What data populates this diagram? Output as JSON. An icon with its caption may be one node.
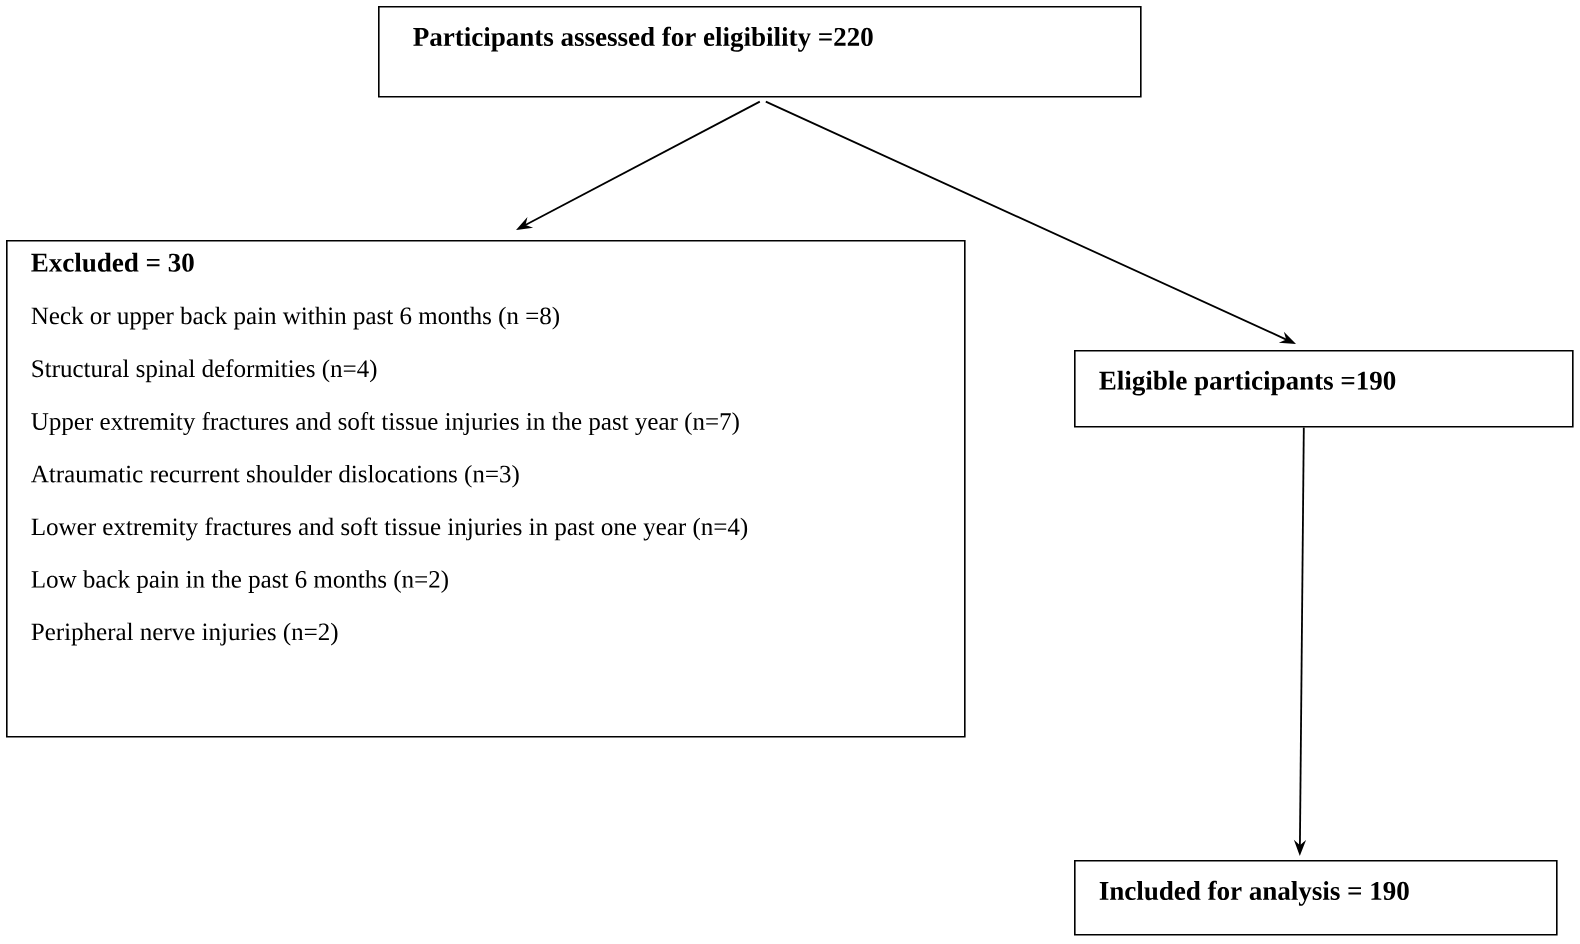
{
  "diagram": {
    "nodes": [
      {
        "text": [
          "Participants assessed for eligibility =220"
        ]
      },
      {
        "text": [
          "Excluded = 30",
          "Neck or upper back pain within past 6 months (n =8)",
          "Structural spinal deformities (n=4)",
          "Upper extremity fractures and soft tissue injuries in the past year (n=7)",
          "Atraumatic recurrent shoulder dislocations (n=3)",
          "Lower extremity fractures and soft tissue injuries in past one year (n=4)",
          "Low back pain in the past 6 months (n=2)",
          "Peripheral nerve injuries (n=2)"
        ]
      },
      {
        "text": [
          "Eligible participants =190"
        ]
      },
      {
        "text": [
          "Included for analysis = 190"
        ]
      }
    ],
    "edges": [
      {
        "from": 0,
        "to": 1,
        "arrow": "to"
      },
      {
        "from": 0,
        "to": 2,
        "arrow": "to"
      },
      {
        "from": 2,
        "to": 3,
        "arrow": "to"
      }
    ]
  }
}
